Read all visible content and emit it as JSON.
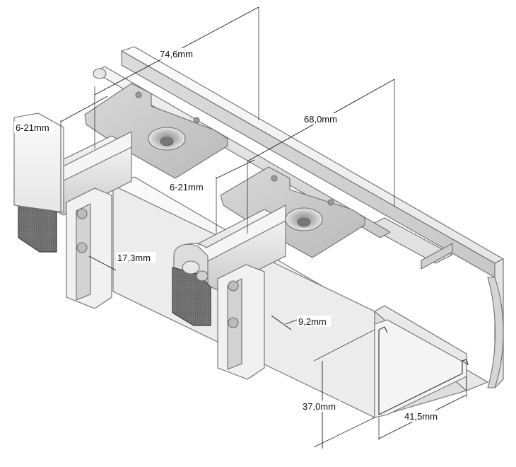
{
  "dimensions": {
    "length_top": "74,6mm",
    "length_right": "68,0mm",
    "clamp_left": "6-21mm",
    "clamp_mid": "6-21mm",
    "offset_1": "17,3mm",
    "offset_2": "9,2mm",
    "height": "37,0mm",
    "width": "41,5mm"
  },
  "colors": {
    "profile_light": "#f2f2f2",
    "profile_mid": "#dedede",
    "profile_dark": "#c4c4c4",
    "pad": "#6a6a6a",
    "line": "#1a1a1a"
  }
}
